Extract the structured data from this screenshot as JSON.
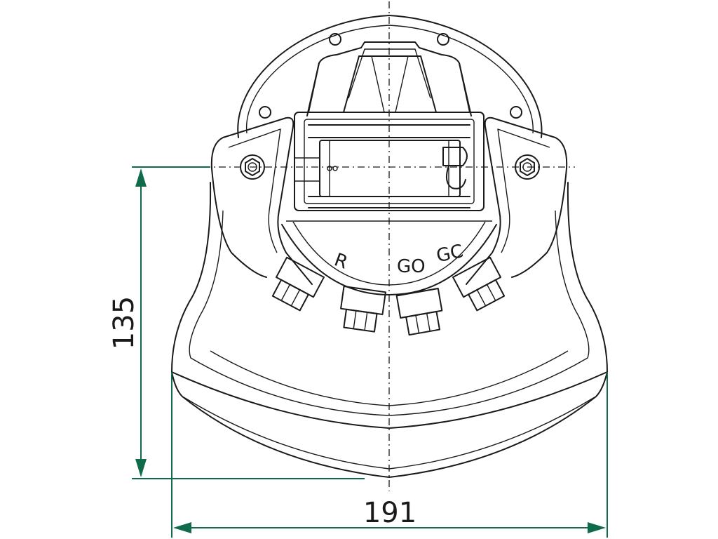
{
  "dimensions": {
    "height_value": "135",
    "width_value": "191"
  },
  "socket_labels": {
    "r": "R",
    "go": "GO",
    "gc": "GC"
  },
  "colors": {
    "dimension_line": "#0f6b4a",
    "outline": "#1a1a1a",
    "background": "#ffffff"
  }
}
